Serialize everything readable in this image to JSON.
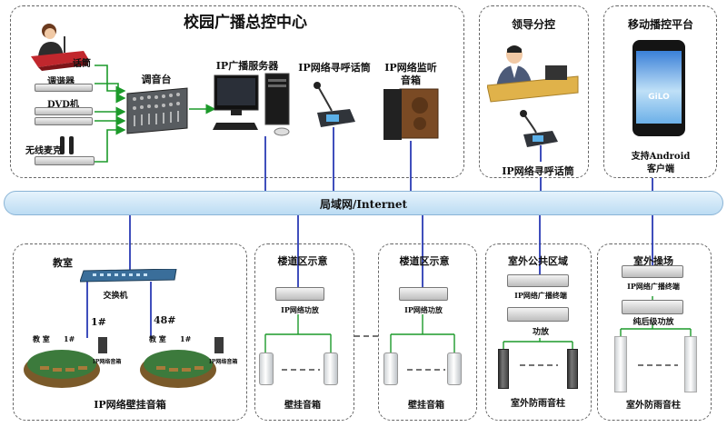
{
  "colors": {
    "line_blue": "#2a3bb5",
    "arrow_green": "#1c9a2a",
    "lan_fill": "#cfe6f7",
    "lan_edge": "#8ab4d6",
    "dash_border": "#666"
  },
  "control_center": {
    "title": "校园广播总控中心",
    "speech_label": "话筒",
    "tuner_label": "调谐器",
    "dvd_label": "DVD机",
    "wireless_mic_label": "无线麦克",
    "mixer_label": "调音台",
    "server_label": "IP广播服务器",
    "paging_label": "IP网络寻呼话筒",
    "monitor_label_1": "IP网络监听",
    "monitor_label_2": "音箱"
  },
  "leader": {
    "title": "领导分控",
    "paging_label": "IP网络寻呼话筒"
  },
  "mobile": {
    "title": "移动播控平台",
    "support_1": "支持Android",
    "support_2": "客户端",
    "phone_logo": "GiLO"
  },
  "network": {
    "label": "局域网/Internet"
  },
  "classroom": {
    "title": "教室",
    "switch_label": "交换机",
    "room_1": "1#",
    "room_48": "48#",
    "room_text": "教  室",
    "room_no": "1#",
    "terminal_text": "IP网络音箱",
    "wall_speaker_label": "IP网络壁挂音箱"
  },
  "corridor_1": {
    "title": "楼道区示意",
    "amp_label": "IP网络功放",
    "speaker_label": "壁挂音箱"
  },
  "corridor_2": {
    "title": "楼道区示意",
    "amp_label": "IP网络功放",
    "speaker_label": "壁挂音箱"
  },
  "outdoor_public": {
    "title": "室外公共区域",
    "terminal_label": "IP网络广播终端",
    "amp_label": "功放",
    "column_label": "室外防雨音柱"
  },
  "playground": {
    "title": "室外操场",
    "terminal_label": "IP网络广播终端",
    "amp_label": "纯后级功放",
    "column_label": "室外防雨音柱"
  }
}
